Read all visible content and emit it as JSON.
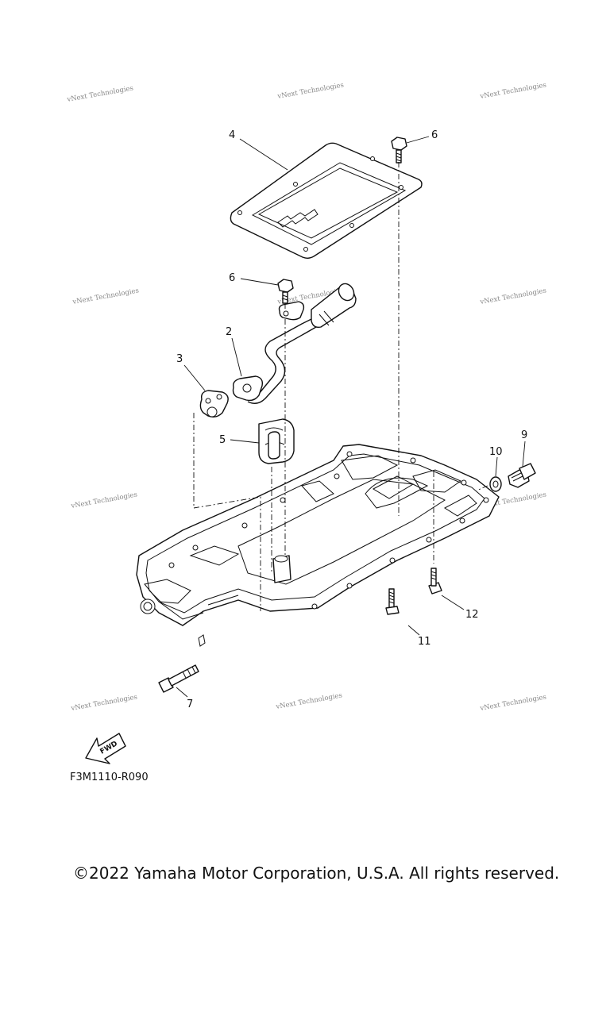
{
  "diagram": {
    "callouts": {
      "c2": "2",
      "c3": "3",
      "c4": "4",
      "c5": "5",
      "c6a": "6",
      "c6b": "6",
      "c7": "7",
      "c9": "9",
      "c10": "10",
      "c11": "11",
      "c12": "12"
    },
    "fwd_label": "FWD",
    "reference_code": "F3M1110-R090",
    "watermark_text": "vNext Technologies",
    "copyright": "©2022 Yamaha Motor Corporation, U.S.A. All rights reserved."
  },
  "colors": {
    "line": "#111111",
    "watermark": "#888888",
    "background": "#ffffff"
  },
  "icons": {
    "fwd_arrow": "fwd-arrow-icon"
  }
}
